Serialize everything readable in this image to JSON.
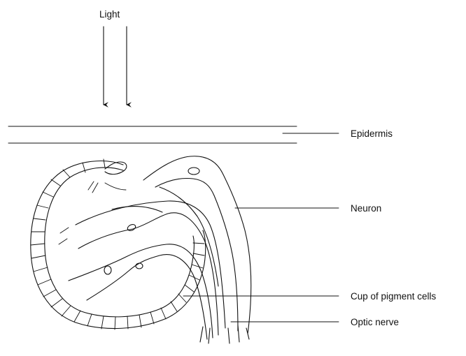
{
  "diagram": {
    "labels": {
      "light": "Light",
      "epidermis": "Epidermis",
      "neuron": "Neuron",
      "pigment_cup": "Cup of pigment cells",
      "optic_nerve": "Optic nerve"
    }
  }
}
